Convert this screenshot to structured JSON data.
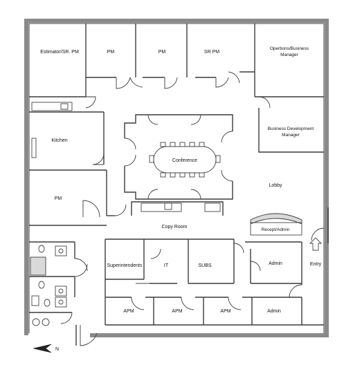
{
  "rooms": {
    "estimator": "Estimator/SR. PM",
    "pm1": "PM",
    "pm2": "PM",
    "sr_pm": "SR PM",
    "operations_line1": "Opertions/Business",
    "operations_line2": "Manager",
    "kitchen": "Kitchen",
    "conference": "Conference",
    "business_dev_line1": "Business Development",
    "business_dev_line2": "Manager",
    "lobby": "Lobby",
    "pm3": "PM",
    "copy_room": "Copy Room",
    "reception": "Recept/Admin",
    "superintendents": "Superintendents",
    "it": "IT",
    "subs": "SUBS",
    "admin1": "Admin",
    "entry": "Entry",
    "apm1": "APM",
    "apm2": "APM",
    "apm3": "APM",
    "admin2": "Admin"
  },
  "compass": {
    "label": "N",
    "icon": "north-arrow-icon"
  },
  "icons": {
    "entry_arrow": "up-arrow-icon"
  }
}
